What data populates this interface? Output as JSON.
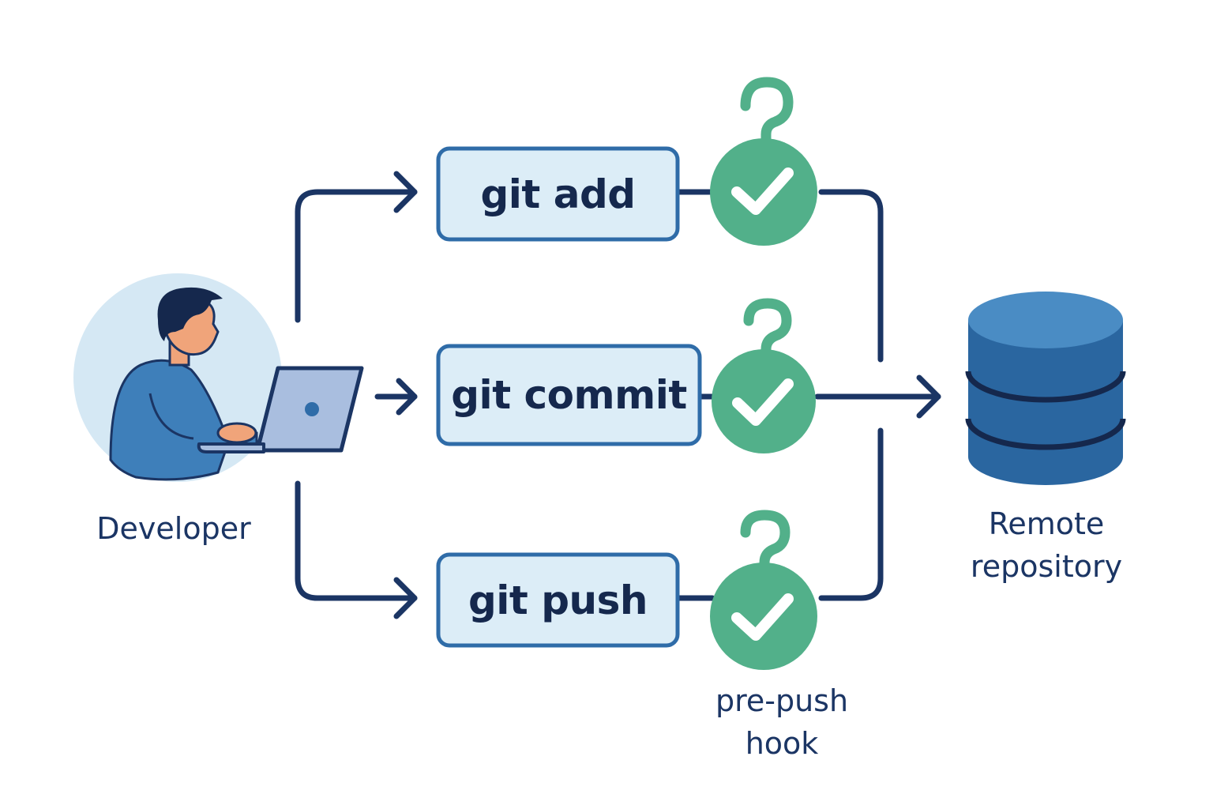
{
  "developer": {
    "label": "Developer"
  },
  "commands": [
    {
      "label": "git add"
    },
    {
      "label": "git commit"
    },
    {
      "label": "git push"
    }
  ],
  "hook": {
    "label_line1": "pre-push",
    "label_line2": "hook"
  },
  "remote": {
    "label_line1": "Remote",
    "label_line2": "repository"
  },
  "colors": {
    "navy": "#1b3564",
    "box_fill": "#dcedf7",
    "box_border": "#2f6ca8",
    "green": "#52b08a",
    "database": "#2f6ca8",
    "avatar_bg": "#d5e8f4"
  }
}
